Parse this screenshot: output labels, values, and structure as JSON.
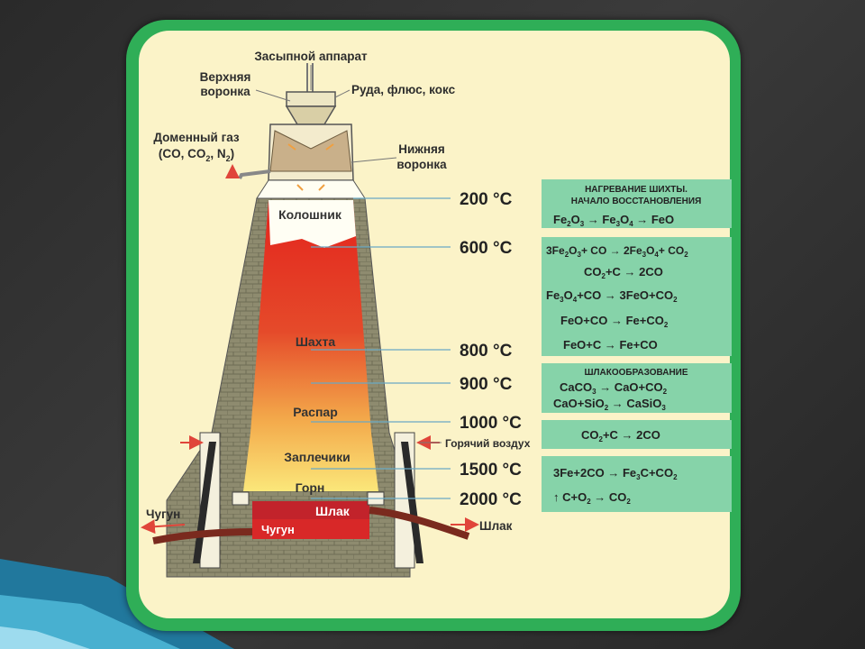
{
  "colors": {
    "frame": "#2fae57",
    "panel": "#fbf3c8",
    "box": "#86d3a9",
    "brick": "#8e8b6f",
    "hot": "#e3231d",
    "warm": "#f7d25a",
    "slag": "#c2232b",
    "pipe": "#7a2a1e",
    "arrow": "#e0453a"
  },
  "labels": {
    "charging_apparatus": "Засыпной аппарат",
    "upper_hopper_1": "Верхняя",
    "upper_hopper_2": "воронка",
    "ore": "Руда, флюс, кокс",
    "gas_1": "Доменный газ",
    "gas_2": "(CO, CO",
    "gas_3": ", N",
    "gas_4": ")",
    "lower_hopper_1": "Нижняя",
    "lower_hopper_2": "воронка",
    "hot_air": "Горячий воздух",
    "pig_iron_out": "Чугун",
    "slag_out": "Шлак",
    "slag_inside": "Шлак",
    "pig_iron_inside": "Чугун"
  },
  "zones": {
    "kolosnik": "Колошник",
    "shakhta": "Шахта",
    "raspar": "Распар",
    "zaplechiki": "Заплечики",
    "gorn": "Горн"
  },
  "temps": [
    "200 °C",
    "600 °C",
    "800 °C",
    "900 °C",
    "1000 °C",
    "1500 °C",
    "2000 °C"
  ],
  "boxes": {
    "b1_title1": "НАГРЕВАНИЕ ШИХТЫ.",
    "b1_title2": "НАЧАЛО ВОССТАНОВЛЕНИЯ",
    "b3_title": "ШЛАКООБРАЗОВАНИЕ"
  }
}
